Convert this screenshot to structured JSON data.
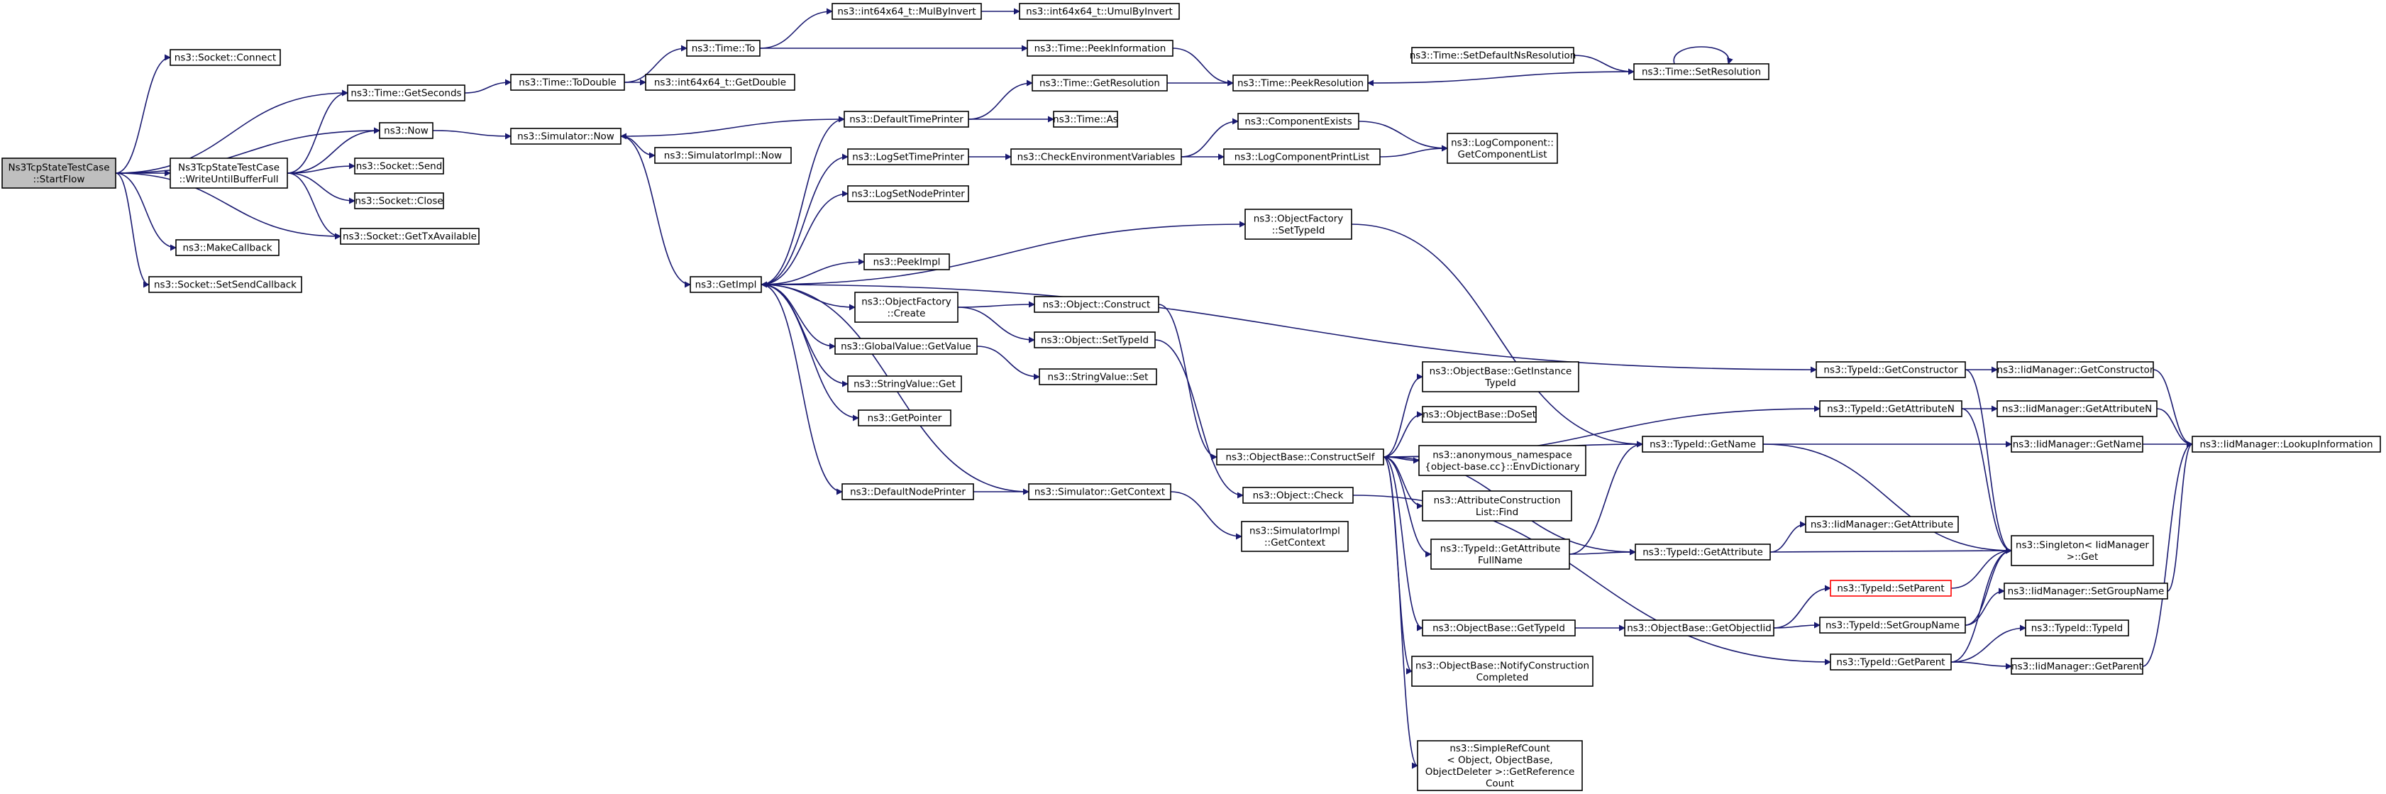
{
  "graph": {
    "edge_color": "#191970",
    "root_fill": "#bfbfbf",
    "highlight_border": "#ff0000",
    "nodes": [
      {
        "id": "root",
        "lines": [
          "Ns3TcpStateTestCase",
          "::StartFlow"
        ]
      },
      {
        "id": "connect",
        "lines": [
          "ns3::Socket::Connect"
        ]
      },
      {
        "id": "getseconds",
        "lines": [
          "ns3::Time::GetSeconds"
        ]
      },
      {
        "id": "now",
        "lines": [
          "ns3::Now"
        ]
      },
      {
        "id": "writeuntil",
        "lines": [
          "Ns3TcpStateTestCase",
          "::WriteUntilBufferFull"
        ]
      },
      {
        "id": "send",
        "lines": [
          "ns3::Socket::Send"
        ]
      },
      {
        "id": "close",
        "lines": [
          "ns3::Socket::Close"
        ]
      },
      {
        "id": "gettxavail",
        "lines": [
          "ns3::Socket::GetTxAvailable"
        ]
      },
      {
        "id": "makecallback",
        "lines": [
          "ns3::MakeCallback"
        ]
      },
      {
        "id": "setsendcb",
        "lines": [
          "ns3::Socket::SetSendCallback"
        ]
      },
      {
        "id": "todouble",
        "lines": [
          "ns3::Time::ToDouble"
        ]
      },
      {
        "id": "simnow",
        "lines": [
          "ns3::Simulator::Now"
        ]
      },
      {
        "id": "timeto",
        "lines": [
          "ns3::Time::To"
        ]
      },
      {
        "id": "getdouble",
        "lines": [
          "ns3::int64x64_t::GetDouble"
        ]
      },
      {
        "id": "mulbyinvert",
        "lines": [
          "ns3::int64x64_t::MulByInvert"
        ]
      },
      {
        "id": "umulbyinvert",
        "lines": [
          "ns3::int64x64_t::UmulByInvert"
        ]
      },
      {
        "id": "peekinfo",
        "lines": [
          "ns3::Time::PeekInformation"
        ]
      },
      {
        "id": "getresolution",
        "lines": [
          "ns3::Time::GetResolution"
        ]
      },
      {
        "id": "peekresolution",
        "lines": [
          "ns3::Time::PeekResolution"
        ]
      },
      {
        "id": "setdefaultns",
        "lines": [
          "ns3::Time::SetDefaultNsResolution"
        ]
      },
      {
        "id": "setresolution",
        "lines": [
          "ns3::Time::SetResolution"
        ]
      },
      {
        "id": "deftimeprinter",
        "lines": [
          "ns3::DefaultTimePrinter"
        ]
      },
      {
        "id": "timeas",
        "lines": [
          "ns3::Time::As"
        ]
      },
      {
        "id": "simimplnow",
        "lines": [
          "ns3::SimulatorImpl::Now"
        ]
      },
      {
        "id": "logsettime",
        "lines": [
          "ns3::LogSetTimePrinter"
        ]
      },
      {
        "id": "checkenv",
        "lines": [
          "ns3::CheckEnvironmentVariables"
        ]
      },
      {
        "id": "compexists",
        "lines": [
          "ns3::ComponentExists"
        ]
      },
      {
        "id": "logcompprint",
        "lines": [
          "ns3::LogComponentPrintList"
        ]
      },
      {
        "id": "logcompget",
        "lines": [
          "ns3::LogComponent::",
          "GetComponentList"
        ]
      },
      {
        "id": "logsetnode",
        "lines": [
          "ns3::LogSetNodePrinter"
        ]
      },
      {
        "id": "getimpl",
        "lines": [
          "ns3::GetImpl"
        ]
      },
      {
        "id": "peekimpl",
        "lines": [
          "ns3::PeekImpl"
        ]
      },
      {
        "id": "ofcreate",
        "lines": [
          "ns3::ObjectFactory",
          "::Create"
        ]
      },
      {
        "id": "ofsettypeid",
        "lines": [
          "ns3::ObjectFactory",
          "::SetTypeId"
        ]
      },
      {
        "id": "objconstruct",
        "lines": [
          "ns3::Object::Construct"
        ]
      },
      {
        "id": "objsettypeid",
        "lines": [
          "ns3::Object::SetTypeId"
        ]
      },
      {
        "id": "gvgetvalue",
        "lines": [
          "ns3::GlobalValue::GetValue"
        ]
      },
      {
        "id": "svget",
        "lines": [
          "ns3::StringValue::Get"
        ]
      },
      {
        "id": "svset",
        "lines": [
          "ns3::StringValue::Set"
        ]
      },
      {
        "id": "getpointer",
        "lines": [
          "ns3::GetPointer"
        ]
      },
      {
        "id": "defnodeprinter",
        "lines": [
          "ns3::DefaultNodePrinter"
        ]
      },
      {
        "id": "simgetcontext",
        "lines": [
          "ns3::Simulator::GetContext"
        ]
      },
      {
        "id": "simimplgetctx",
        "lines": [
          "ns3::SimulatorImpl",
          "::GetContext"
        ]
      },
      {
        "id": "obconstructself",
        "lines": [
          "ns3::ObjectBase::ConstructSelf"
        ]
      },
      {
        "id": "obgetinstance",
        "lines": [
          "ns3::ObjectBase::GetInstance",
          "TypeId"
        ]
      },
      {
        "id": "obdoset",
        "lines": [
          "ns3::ObjectBase::DoSet"
        ]
      },
      {
        "id": "anonenv",
        "lines": [
          "ns3::anonymous_namespace",
          "{object-base.cc}::EnvDictionary"
        ]
      },
      {
        "id": "attrconstr",
        "lines": [
          "ns3::AttributeConstruction",
          "List::Find"
        ]
      },
      {
        "id": "objcheck",
        "lines": [
          "ns3::Object::Check"
        ]
      },
      {
        "id": "tidgetattrfull",
        "lines": [
          "ns3::TypeId::GetAttribute",
          "FullName"
        ]
      },
      {
        "id": "obgettypeid",
        "lines": [
          "ns3::ObjectBase::GetTypeId"
        ]
      },
      {
        "id": "obnotify",
        "lines": [
          "ns3::ObjectBase::NotifyConstruction",
          "Completed"
        ]
      },
      {
        "id": "simplerefcount",
        "lines": [
          "ns3::SimpleRefCount",
          "< Object, ObjectBase,",
          "ObjectDeleter >::GetReference",
          "Count"
        ]
      },
      {
        "id": "tidgetname",
        "lines": [
          "ns3::TypeId::GetName"
        ]
      },
      {
        "id": "tidgetattr",
        "lines": [
          "ns3::TypeId::GetAttribute"
        ]
      },
      {
        "id": "obgetobjectiid",
        "lines": [
          "ns3::ObjectBase::GetObjectIid"
        ]
      },
      {
        "id": "tidgetconstructor",
        "lines": [
          "ns3::TypeId::GetConstructor"
        ]
      },
      {
        "id": "tidgetattrn",
        "lines": [
          "ns3::TypeId::GetAttributeN"
        ]
      },
      {
        "id": "tidsetparent",
        "lines": [
          "ns3::TypeId::SetParent"
        ]
      },
      {
        "id": "tidsetgroupname",
        "lines": [
          "ns3::TypeId::SetGroupName"
        ]
      },
      {
        "id": "tidgetparent",
        "lines": [
          "ns3::TypeId::GetParent"
        ]
      },
      {
        "id": "iidgetconstructor",
        "lines": [
          "ns3::IidManager::GetConstructor"
        ]
      },
      {
        "id": "iidgetattrn",
        "lines": [
          "ns3::IidManager::GetAttributeN"
        ]
      },
      {
        "id": "iidgetname",
        "lines": [
          "ns3::IidManager::GetName"
        ]
      },
      {
        "id": "iidgetattr",
        "lines": [
          "ns3::IidManager::GetAttribute"
        ]
      },
      {
        "id": "singleton",
        "lines": [
          "ns3::Singleton< IidManager",
          ">::Get"
        ]
      },
      {
        "id": "iidsetgroupname",
        "lines": [
          "ns3::IidManager::SetGroupName"
        ]
      },
      {
        "id": "tidtypeid",
        "lines": [
          "ns3::TypeId::TypeId"
        ]
      },
      {
        "id": "iidgetparent",
        "lines": [
          "ns3::IidManager::GetParent"
        ]
      },
      {
        "id": "iidlookup",
        "lines": [
          "ns3::IidManager::LookupInformation"
        ]
      }
    ],
    "edges": [
      [
        "root",
        "connect"
      ],
      [
        "root",
        "getseconds"
      ],
      [
        "root",
        "now"
      ],
      [
        "root",
        "writeuntil"
      ],
      [
        "root",
        "gettxavail"
      ],
      [
        "root",
        "makecallback"
      ],
      [
        "root",
        "setsendcb"
      ],
      [
        "writeuntil",
        "getseconds"
      ],
      [
        "writeuntil",
        "now"
      ],
      [
        "writeuntil",
        "send"
      ],
      [
        "writeuntil",
        "close"
      ],
      [
        "writeuntil",
        "gettxavail"
      ],
      [
        "getseconds",
        "todouble"
      ],
      [
        "now",
        "simnow"
      ],
      [
        "todouble",
        "timeto"
      ],
      [
        "todouble",
        "getdouble"
      ],
      [
        "timeto",
        "mulbyinvert"
      ],
      [
        "timeto",
        "peekinfo"
      ],
      [
        "mulbyinvert",
        "umulbyinvert"
      ],
      [
        "peekinfo",
        "peekresolution"
      ],
      [
        "getresolution",
        "peekresolution"
      ],
      [
        "setdefaultns",
        "setresolution"
      ],
      [
        "setresolution",
        "peekresolution"
      ],
      [
        "setresolution",
        "setresolution"
      ],
      [
        "simnow",
        "simimplnow"
      ],
      [
        "simnow",
        "getimpl"
      ],
      [
        "deftimeprinter",
        "simnow"
      ],
      [
        "deftimeprinter",
        "getresolution"
      ],
      [
        "deftimeprinter",
        "timeas"
      ],
      [
        "logsettime",
        "checkenv"
      ],
      [
        "checkenv",
        "compexists"
      ],
      [
        "checkenv",
        "logcompprint"
      ],
      [
        "compexists",
        "logcompget"
      ],
      [
        "logcompprint",
        "logcompget"
      ],
      [
        "getimpl",
        "deftimeprinter"
      ],
      [
        "getimpl",
        "logsettime"
      ],
      [
        "getimpl",
        "logsetnode"
      ],
      [
        "getimpl",
        "ofsettypeid"
      ],
      [
        "getimpl",
        "peekimpl"
      ],
      [
        "getimpl",
        "ofcreate"
      ],
      [
        "getimpl",
        "gvgetvalue"
      ],
      [
        "getimpl",
        "svget"
      ],
      [
        "getimpl",
        "getpointer"
      ],
      [
        "getimpl",
        "defnodeprinter"
      ],
      [
        "getimpl",
        "tidgetconstructor"
      ],
      [
        "simgetcontext",
        "getimpl"
      ],
      [
        "defnodeprinter",
        "simgetcontext"
      ],
      [
        "simgetcontext",
        "simimplgetctx"
      ],
      [
        "ofcreate",
        "objconstruct"
      ],
      [
        "ofcreate",
        "objsettypeid"
      ],
      [
        "gvgetvalue",
        "svset"
      ],
      [
        "ofsettypeid",
        "tidgetname"
      ],
      [
        "objconstruct",
        "obconstructself"
      ],
      [
        "objsettypeid",
        "objcheck"
      ],
      [
        "obconstructself",
        "obgetinstance"
      ],
      [
        "obconstructself",
        "obdoset"
      ],
      [
        "obconstructself",
        "anonenv"
      ],
      [
        "obconstructself",
        "attrconstr"
      ],
      [
        "obconstructself",
        "tidgetattrfull"
      ],
      [
        "obconstructself",
        "obgettypeid"
      ],
      [
        "obconstructself",
        "obnotify"
      ],
      [
        "obconstructself",
        "simplerefcount"
      ],
      [
        "obconstructself",
        "tidgetname"
      ],
      [
        "obconstructself",
        "tidgetattrn"
      ],
      [
        "obconstructself",
        "tidgetattr"
      ],
      [
        "objcheck",
        "tidgetparent"
      ],
      [
        "tidgetattrfull",
        "tidgetname"
      ],
      [
        "tidgetattrfull",
        "tidgetattr"
      ],
      [
        "obgettypeid",
        "obgetobjectiid"
      ],
      [
        "obgetobjectiid",
        "tidsetparent"
      ],
      [
        "obgetobjectiid",
        "tidsetgroupname"
      ],
      [
        "tidgetconstructor",
        "iidgetconstructor"
      ],
      [
        "tidgetconstructor",
        "singleton"
      ],
      [
        "tidgetattrn",
        "iidgetattrn"
      ],
      [
        "tidgetattrn",
        "singleton"
      ],
      [
        "tidgetname",
        "iidgetname"
      ],
      [
        "tidgetname",
        "singleton"
      ],
      [
        "tidgetattr",
        "iidgetattr"
      ],
      [
        "tidgetattr",
        "singleton"
      ],
      [
        "tidsetparent",
        "singleton"
      ],
      [
        "tidsetgroupname",
        "iidsetgroupname"
      ],
      [
        "tidsetgroupname",
        "singleton"
      ],
      [
        "tidgetparent",
        "tidtypeid"
      ],
      [
        "tidgetparent",
        "iidgetparent"
      ],
      [
        "tidgetparent",
        "singleton"
      ],
      [
        "iidgetconstructor",
        "iidlookup"
      ],
      [
        "iidgetattrn",
        "iidlookup"
      ],
      [
        "iidgetname",
        "iidlookup"
      ],
      [
        "iidsetgroupname",
        "iidlookup"
      ],
      [
        "iidgetparent",
        "iidlookup"
      ]
    ]
  }
}
